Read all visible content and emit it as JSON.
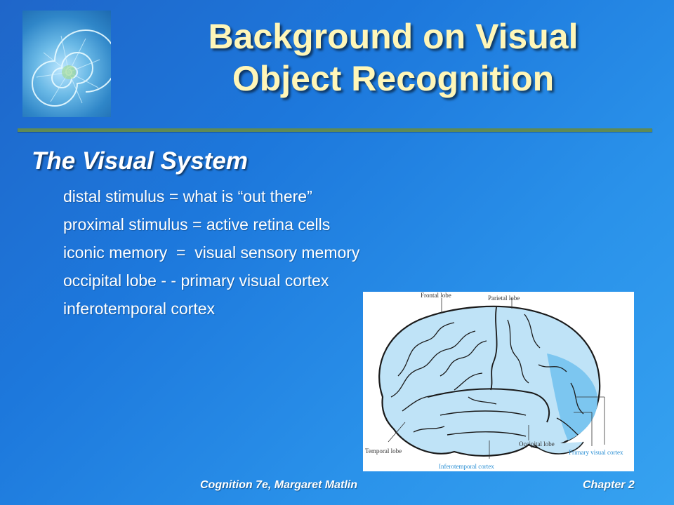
{
  "slide": {
    "title_line1": "Background on Visual",
    "title_line2": "Object Recognition",
    "heading": "The Visual System",
    "lines": [
      "distal stimulus = what is “out there”",
      "proximal stimulus = active retina cells",
      "iconic memory  =  visual sensory memory",
      "occipital lobe - - primary visual cortex",
      "inferotemporal cortex"
    ]
  },
  "figure": {
    "labels": {
      "frontal": "Frontal lobe",
      "parietal": "Parietal lobe",
      "temporal": "Temporal lobe",
      "occipital": "Occipital lobe",
      "primary": "Primary visual cortex",
      "inferotemporal": "Inferotemporal cortex"
    }
  },
  "footer": {
    "left": "Cognition 7e, Margaret Matlin",
    "right": "Chapter 2"
  },
  "colors": {
    "title": "#fff6b8",
    "rule": "#5f8a55",
    "background": "#1f66c9",
    "brain_fill": "#bfe3f7",
    "highlight": "#7cc6f0"
  }
}
